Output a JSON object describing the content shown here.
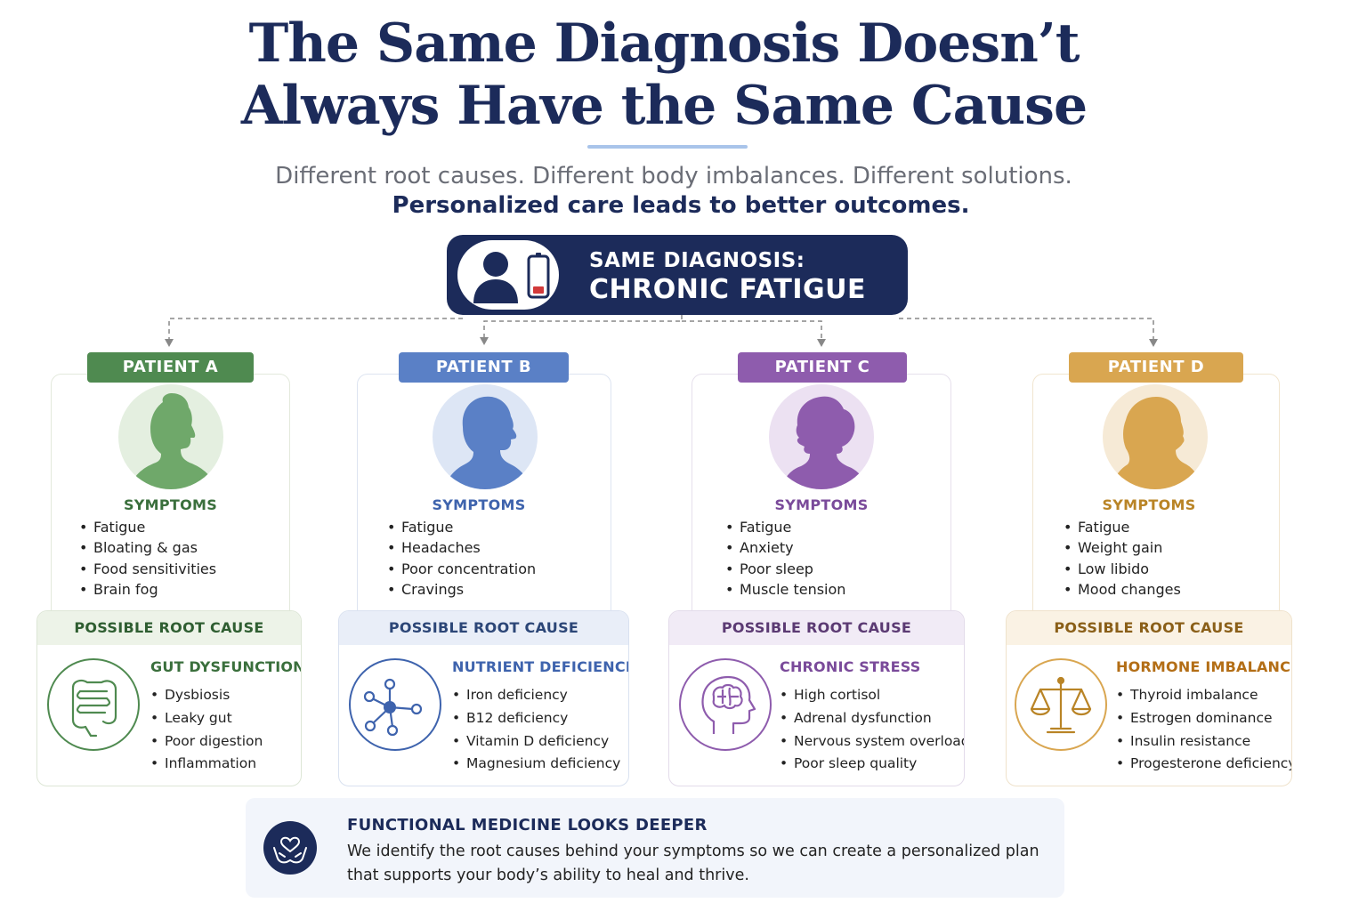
{
  "title": {
    "line1": "The Same Diagnosis Doesn’t",
    "line2": "Always Have the Same Cause"
  },
  "subtitle": "Different root causes. Different body imbalances. Different solutions.",
  "tagline": "Personalized care leads to better outcomes.",
  "diagnosis": {
    "label": "SAME DIAGNOSIS:",
    "value": "CHRONIC FATIGUE",
    "icons": [
      "person-icon",
      "low-battery-icon"
    ]
  },
  "colors": {
    "navy": "#1c2b5a",
    "green": "#4f8a50",
    "blue": "#5a80c6",
    "purple": "#8e5cad",
    "gold": "#d9a650"
  },
  "patients": [
    {
      "label": "PATIENT A",
      "symptoms_title": "SYMPTOMS",
      "symptoms": [
        "Fatigue",
        "Bloating & gas",
        "Food sensitivities",
        "Brain fog"
      ],
      "cause_header": "POSSIBLE ROOT CAUSE",
      "cause_title": "GUT DYSFUNCTION",
      "cause_icon": "intestine-icon",
      "causes": [
        "Dysbiosis",
        "Leaky gut",
        "Poor digestion",
        "Inflammation"
      ]
    },
    {
      "label": "PATIENT B",
      "symptoms_title": "SYMPTOMS",
      "symptoms": [
        "Fatigue",
        "Headaches",
        "Poor concentration",
        "Cravings"
      ],
      "cause_header": "POSSIBLE ROOT CAUSE",
      "cause_title": "NUTRIENT DEFICIENCIEE",
      "cause_icon": "molecule-icon",
      "causes": [
        "Iron deficiency",
        "B12 deficiency",
        "Vitamin D deficiency",
        "Magnesium deficiency"
      ]
    },
    {
      "label": "PATIENT C",
      "symptoms_title": "SYMPTOMS",
      "symptoms": [
        "Fatigue",
        "Anxiety",
        "Poor sleep",
        "Muscle tension"
      ],
      "cause_header": "POSSIBLE ROOT CAUSE",
      "cause_title": "CHRONIC STRESS",
      "cause_icon": "head-brain-icon",
      "causes": [
        "High cortisol",
        "Adrenal dysfunction",
        "Nervous system overload",
        "Poor sleep quality"
      ]
    },
    {
      "label": "PATIENT D",
      "symptoms_title": "SYMPTOMS",
      "symptoms": [
        "Fatigue",
        "Weight gain",
        "Low libido",
        "Mood changes"
      ],
      "cause_header": "POSSIBLE ROOT CAUSE",
      "cause_title": "HORMONE IMBALANCE",
      "cause_icon": "balance-scale-icon",
      "causes": [
        "Thyroid imbalance",
        "Estrogen dominance",
        "Insulin resistance",
        "Progesterone deficiency"
      ]
    }
  ],
  "footer": {
    "title": "FUNCTIONAL MEDICINE LOOKS DEEPER",
    "text": "We identify the root causes behind your symptoms so we can create a personalized plan that supports your body’s ability to heal and thrive.",
    "icon": "caring-hands-heart-icon"
  }
}
